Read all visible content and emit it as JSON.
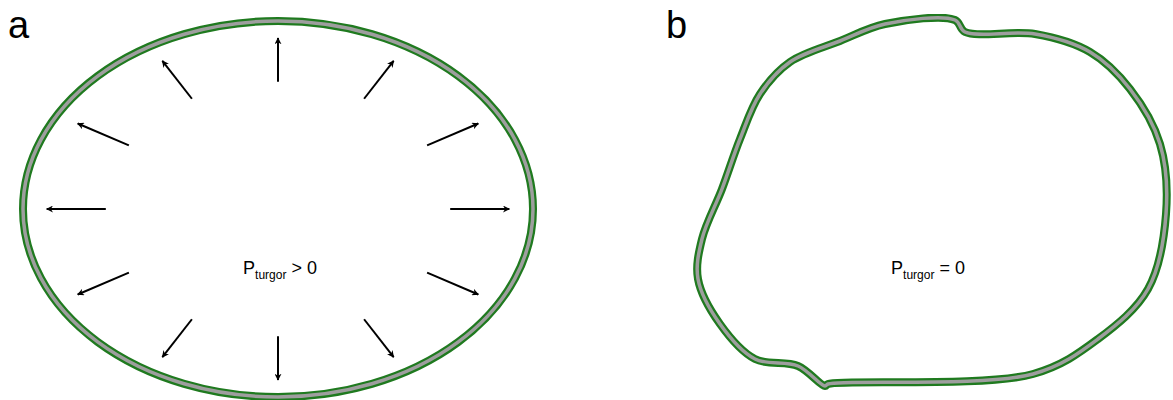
{
  "diagram": {
    "nodes": [
      {
        "text": [
          "P",
          "turgor",
          "> 0"
        ]
      },
      {
        "text": [
          "P",
          "turgor",
          "= 0"
        ]
      }
    ],
    "labels": [
      "a",
      "b"
    ]
  }
}
